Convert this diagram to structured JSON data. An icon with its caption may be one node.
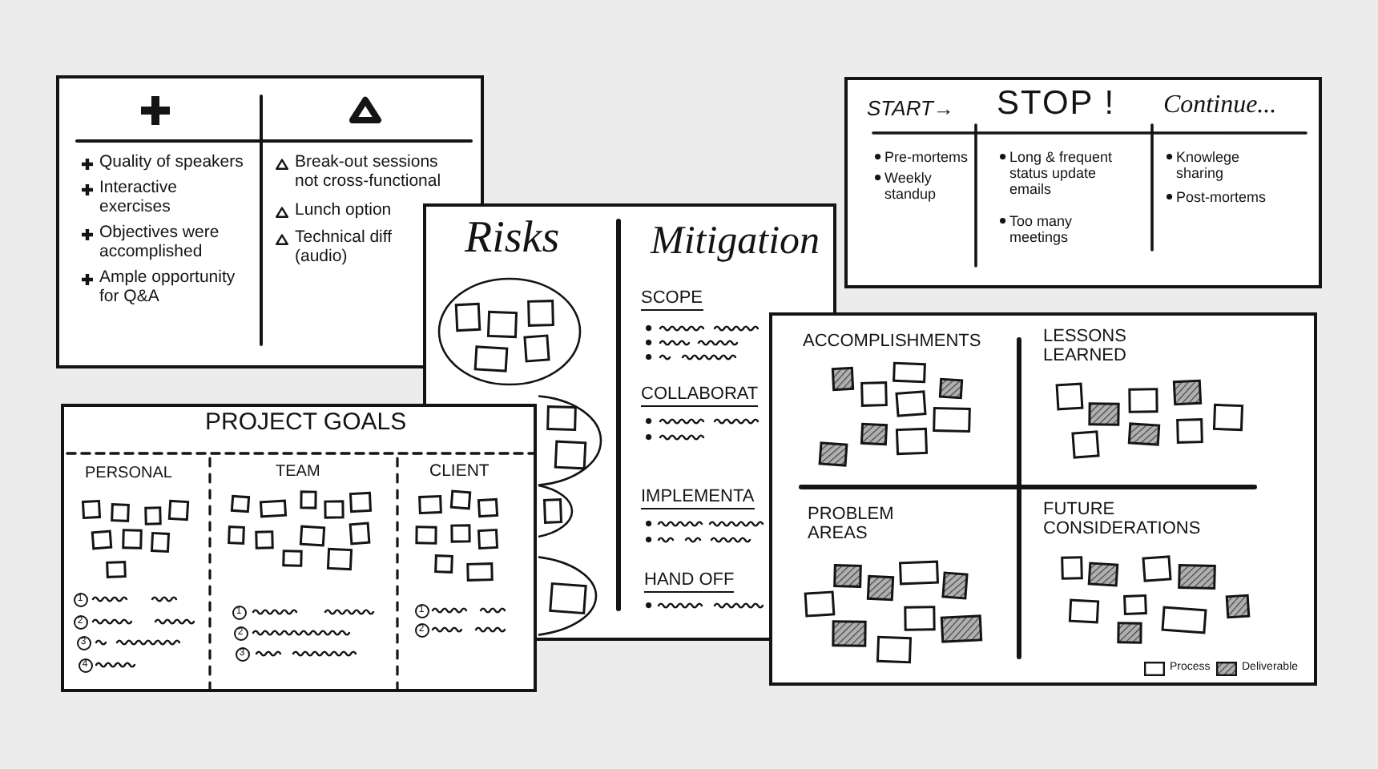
{
  "diagram": {
    "nodes": [
      {
        "text": [
          "Quality of speakers",
          "Interactive exercises",
          "Objectives were accomplished",
          "Ample opportunity for Q&A",
          "Break-out sessions not cross-functional",
          "Lunch option",
          "Technical diff (audio)"
        ]
      },
      {
        "text": [
          "START→",
          "STOP !",
          "Continue...",
          "Pre-mortems",
          "Weekly standup",
          "Long & frequent status update emails",
          "Too many meetings",
          "Knowlege sharing",
          "Post-mortems"
        ]
      },
      {
        "text": [
          "Risks",
          "Mitigation",
          "SCOPE",
          "COLLABORAT",
          "IMPLEMENTA",
          "HAND OFF"
        ]
      },
      {
        "text": [
          "PROJECT GOALS",
          "PERSONAL",
          "TEAM",
          "CLIENT",
          "1",
          "2",
          "3",
          "4",
          "1",
          "2",
          "3",
          "1",
          "2"
        ]
      },
      {
        "text": [
          "ACCOMPLISHMENTS",
          "LESSONS LEARNED",
          "PROBLEM AREAS",
          "FUTURE CONSIDERATIONS"
        ]
      }
    ],
    "legend": [
      {
        "text": "Process"
      },
      {
        "text": "Deliverable"
      }
    ]
  }
}
